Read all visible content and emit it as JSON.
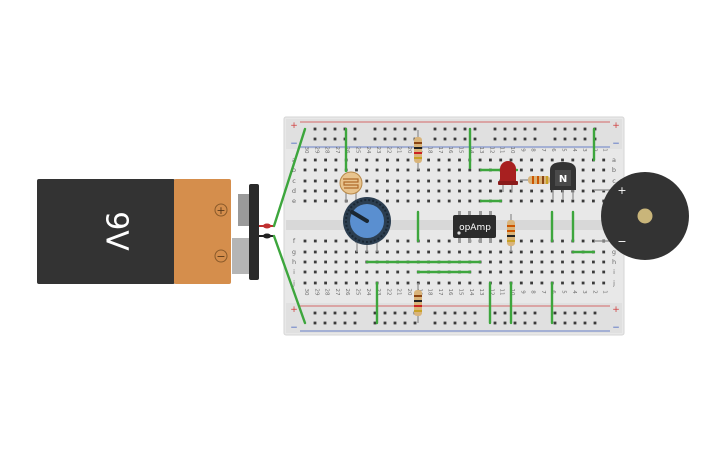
{
  "battery": {
    "label": "9V",
    "plus": "+",
    "minus": "−",
    "colors": {
      "body": "#333333",
      "cap": "#D58E4C"
    }
  },
  "breadboard": {
    "rail_plus": "+",
    "rail_minus": "−",
    "column_labels": [
      "30",
      "29",
      "28",
      "27",
      "26",
      "25",
      "24",
      "23",
      "22",
      "21",
      "20",
      "19",
      "18",
      "17",
      "16",
      "15",
      "14",
      "13",
      "12",
      "11",
      "10",
      "9",
      "8",
      "7",
      "6",
      "5",
      "4",
      "3",
      "2",
      "1"
    ],
    "row_labels_top": [
      "a",
      "b",
      "c",
      "d",
      "e"
    ],
    "row_labels_bottom": [
      "f",
      "g",
      "h",
      "i",
      "j"
    ],
    "colors": {
      "board": "#E8E8E8",
      "rail_red": "#D04040",
      "rail_blue": "#4060C0",
      "hole": "#3A3A3A"
    }
  },
  "components": {
    "opamp_label": "opAmp",
    "transistor_label": "N",
    "buzzer_plus": "+",
    "buzzer_minus": "−"
  },
  "colors": {
    "wire": "#3DA63D",
    "pot": "#5A8FD0",
    "led": "#A82020",
    "buzzer": "#333333"
  }
}
